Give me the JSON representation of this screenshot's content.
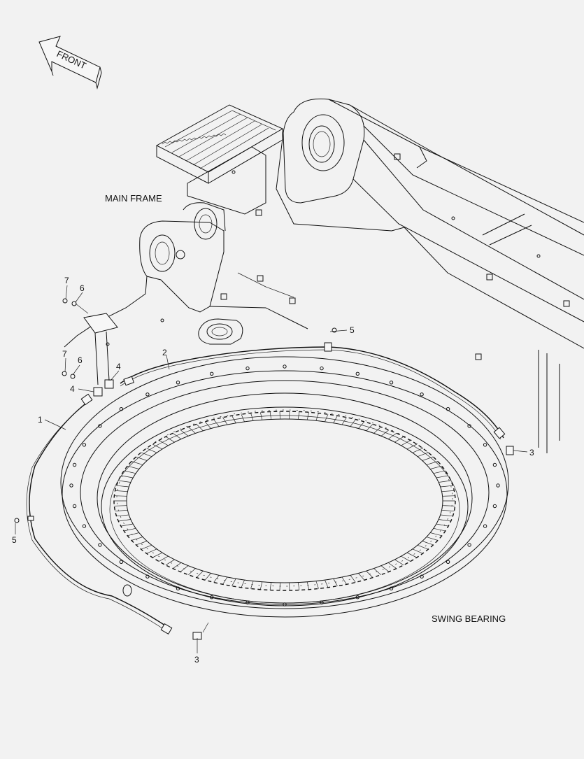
{
  "front_arrow": {
    "label": "FRONT"
  },
  "labels": {
    "main_frame": "MAIN FRAME",
    "swing_bearing": "SWING BEARING"
  },
  "callouts": [
    {
      "id": "c1",
      "text": "1"
    },
    {
      "id": "c2",
      "text": "2"
    },
    {
      "id": "c3a",
      "text": "3"
    },
    {
      "id": "c3b",
      "text": "3"
    },
    {
      "id": "c4a",
      "text": "4"
    },
    {
      "id": "c4b",
      "text": "4"
    },
    {
      "id": "c5a",
      "text": "5"
    },
    {
      "id": "c5b",
      "text": "5"
    },
    {
      "id": "c6a",
      "text": "6"
    },
    {
      "id": "c6b",
      "text": "6"
    },
    {
      "id": "c7a",
      "text": "7"
    },
    {
      "id": "c7b",
      "text": "7"
    }
  ]
}
